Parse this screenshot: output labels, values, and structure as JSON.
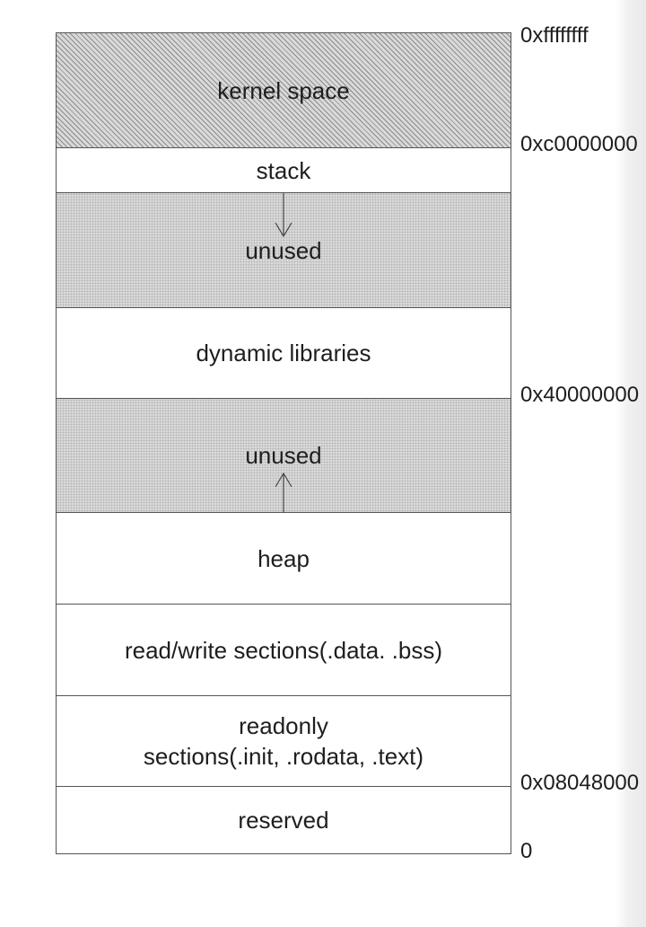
{
  "segments": [
    {
      "label": "kernel space",
      "fill": "hatched"
    },
    {
      "label": "stack",
      "fill": "white"
    },
    {
      "label": "unused",
      "fill": "dotted",
      "arrow": "down"
    },
    {
      "label": "dynamic libraries",
      "fill": "white"
    },
    {
      "label": "unused",
      "fill": "dotted",
      "arrow": "up"
    },
    {
      "label": "heap",
      "fill": "white"
    },
    {
      "label": "read/write sections(.data. .bss)",
      "fill": "white"
    },
    {
      "label": "readonly\nsections(.init, .rodata, .text)",
      "fill": "white"
    },
    {
      "label": "reserved",
      "fill": "white"
    }
  ],
  "addresses": {
    "top": "0xffffffff",
    "kernel_boundary": "0xc0000000",
    "lib_boundary": "0x40000000",
    "text_start": "0x08048000",
    "bottom": "0"
  },
  "colors": {
    "line": "#555555",
    "text": "#1e1e1e",
    "shaded_fill": "#d9d9d9"
  }
}
